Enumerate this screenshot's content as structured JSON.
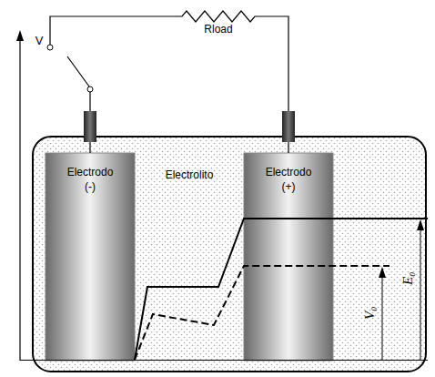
{
  "diagram": {
    "nodes": [
      {
        "text": [
          "Electrolito"
        ]
      },
      {
        "text": [
          "Electrodo (-)"
        ],
        "in": 0
      },
      {
        "text": [
          "Electrodo (+)"
        ],
        "in": 0
      }
    ],
    "edges": [
      {
        "from": 1,
        "to": 2,
        "arrow": "none"
      }
    ],
    "labels": [
      "Rload",
      "V",
      "E₀",
      "V₀"
    ]
  }
}
